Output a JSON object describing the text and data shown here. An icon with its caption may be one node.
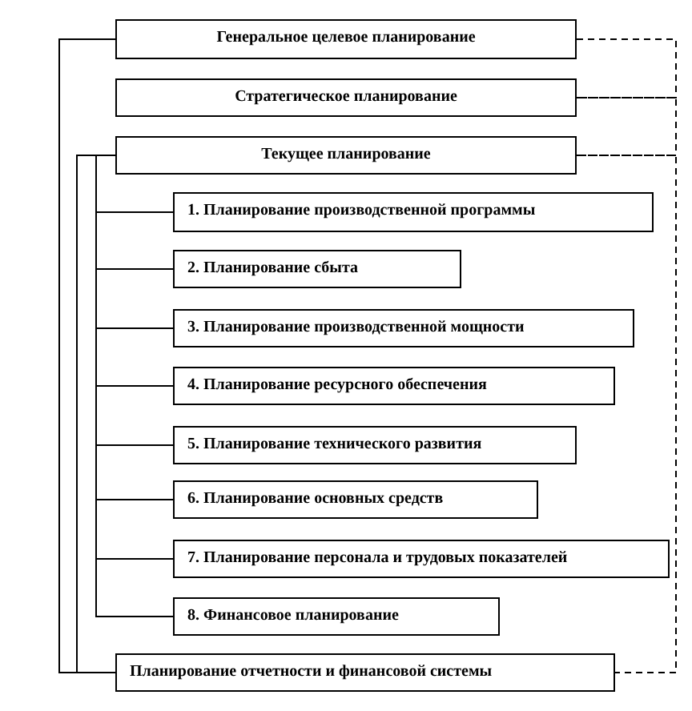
{
  "diagram": {
    "nodes": [
      {
        "text": [
          "Генеральное целевое планирование"
        ]
      },
      {
        "text": [
          "Стратегическое планирование"
        ]
      },
      {
        "text": [
          "Текущее планирование"
        ]
      },
      {
        "text": [
          "1. Планирование производственной программы"
        ]
      },
      {
        "text": [
          "2. Планирование сбыта"
        ]
      },
      {
        "text": [
          "3. Планирование производственной мощности"
        ]
      },
      {
        "text": [
          "4. Планирование ресурсного обеспечения"
        ]
      },
      {
        "text": [
          "5. Планирование технического развития"
        ]
      },
      {
        "text": [
          "6. Планирование основных средств"
        ]
      },
      {
        "text": [
          "7. Планирование персонала и трудовых показателей"
        ]
      },
      {
        "text": [
          "8. Финансовое планирование"
        ]
      },
      {
        "text": [
          "Планирование отчетности и финансовой системы"
        ]
      }
    ],
    "edges": [
      {
        "from": 0,
        "to": 11,
        "arrow": "none"
      },
      {
        "from": 2,
        "to": 11,
        "arrow": "none"
      },
      {
        "from": 2,
        "to": 3,
        "arrow": "none"
      },
      {
        "from": 2,
        "to": 4,
        "arrow": "none"
      },
      {
        "from": 2,
        "to": 5,
        "arrow": "none"
      },
      {
        "from": 2,
        "to": 6,
        "arrow": "none"
      },
      {
        "from": 2,
        "to": 7,
        "arrow": "none"
      },
      {
        "from": 2,
        "to": 8,
        "arrow": "none"
      },
      {
        "from": 2,
        "to": 9,
        "arrow": "none"
      },
      {
        "from": 2,
        "to": 10,
        "arrow": "none"
      },
      {
        "from": 0,
        "to": 1,
        "arrow": "none",
        "style": "dashed"
      },
      {
        "from": 1,
        "to": 2,
        "arrow": "none",
        "style": "dashed"
      },
      {
        "from": 2,
        "to": 11,
        "arrow": "none",
        "style": "dashed"
      }
    ]
  }
}
